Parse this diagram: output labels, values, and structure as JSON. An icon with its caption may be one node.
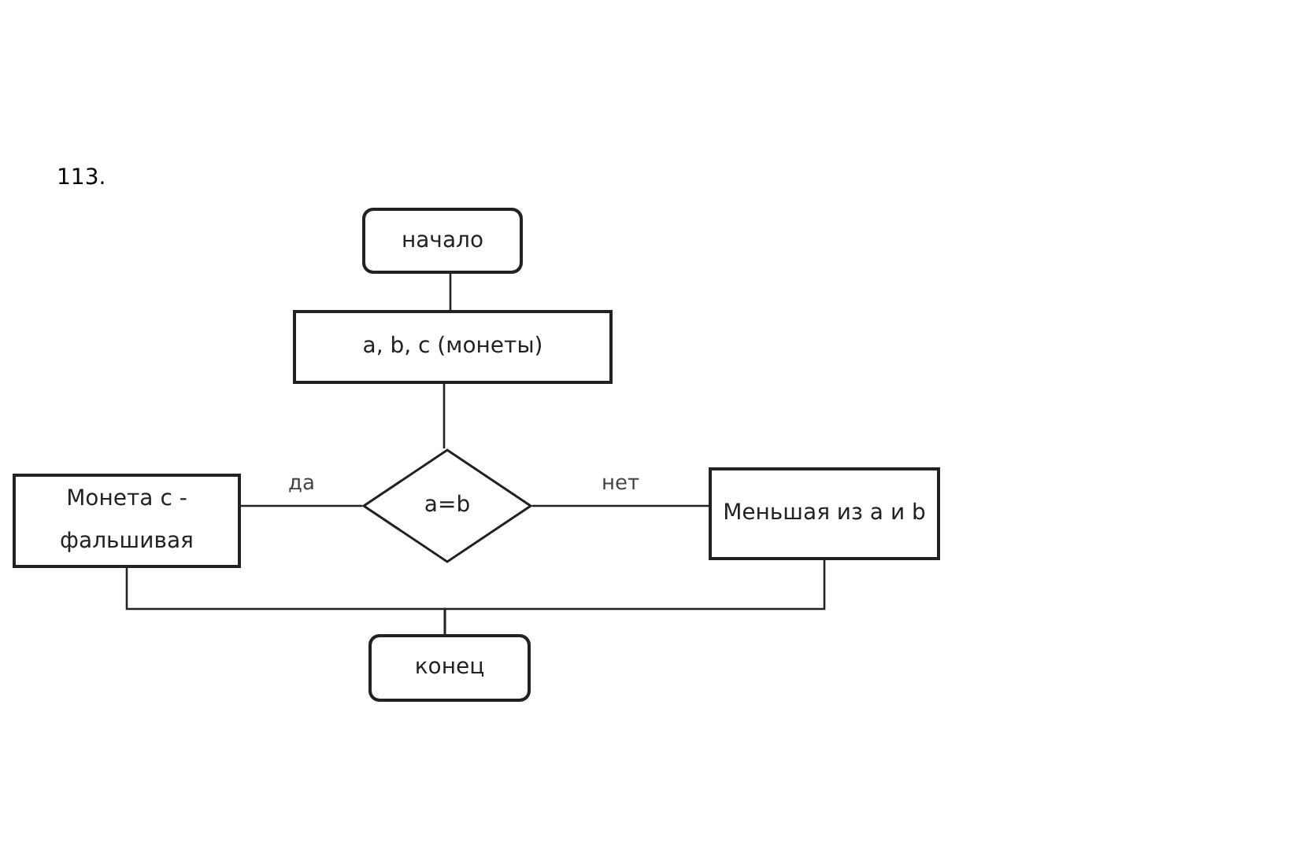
{
  "diagram": {
    "nodes": [
      {
        "text": [
          "начало"
        ]
      },
      {
        "text": [
          "a, b, c (монеты)"
        ]
      },
      {
        "text": [
          "a=b"
        ]
      },
      {
        "text": [
          "Монета с - фальшивая"
        ]
      },
      {
        "text": [
          "Меньшая из a и b"
        ]
      },
      {
        "text": [
          "конец"
        ]
      }
    ],
    "edges": [
      {
        "from": 0,
        "to": 1,
        "arrow": "none"
      },
      {
        "from": 1,
        "to": 2,
        "arrow": "none"
      },
      {
        "from": 2,
        "to": 3,
        "arrow": "none",
        "label": "да"
      },
      {
        "from": 2,
        "to": 4,
        "arrow": "none",
        "label": "нет"
      },
      {
        "from": 3,
        "to": 5,
        "arrow": "none"
      },
      {
        "from": 4,
        "to": 5,
        "arrow": "none"
      }
    ],
    "labels": [
      "113."
    ]
  }
}
